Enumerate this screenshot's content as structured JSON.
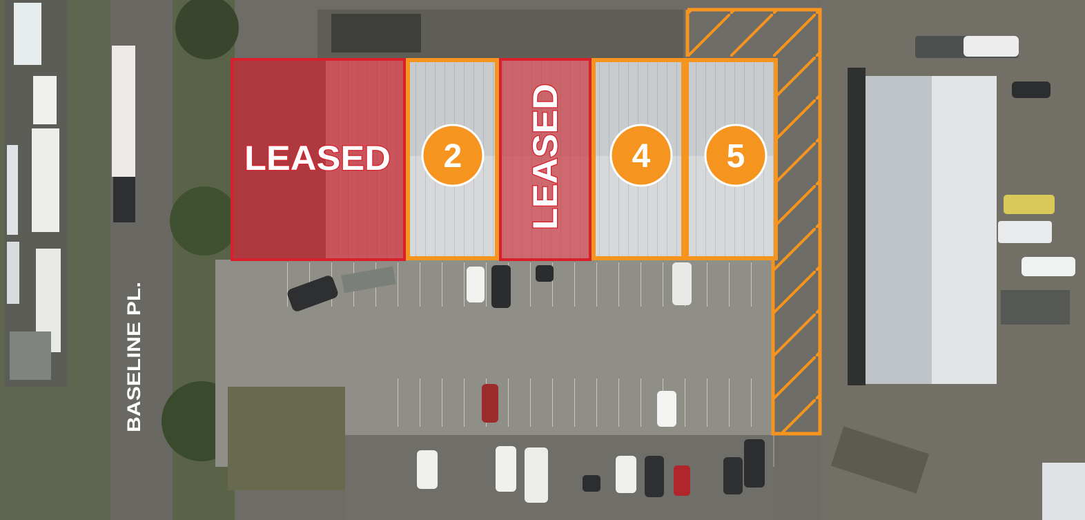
{
  "map": {
    "street_label": "BASELINE PL.",
    "units": [
      {
        "id": "1",
        "label": "LEASED",
        "status": "leased",
        "orientation": "horizontal"
      },
      {
        "id": "2",
        "label": "2",
        "status": "available"
      },
      {
        "id": "3",
        "label": "LEASED",
        "status": "leased",
        "orientation": "vertical"
      },
      {
        "id": "4",
        "label": "4",
        "status": "available"
      },
      {
        "id": "5",
        "label": "5",
        "status": "available"
      }
    ],
    "colors": {
      "leased": "#d8202c",
      "available": "#f5941f",
      "label_white": "#ffffff"
    }
  }
}
